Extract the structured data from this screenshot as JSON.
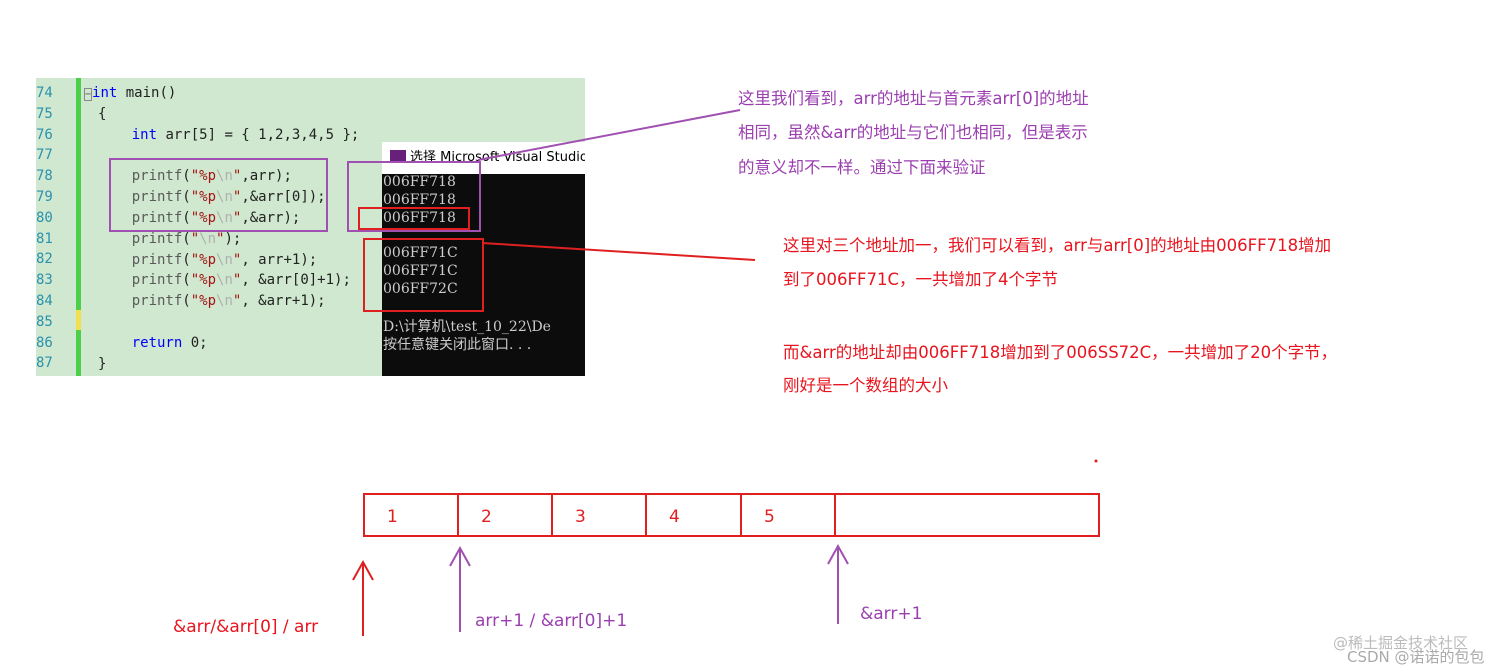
{
  "code": {
    "line_numbers": [
      "74",
      "75",
      "76",
      "77",
      "78",
      "79",
      "80",
      "81",
      "82",
      "83",
      "84",
      "85",
      "86",
      "87"
    ]
  },
  "console": {
    "title": "选择 Microsoft Visual Studio",
    "output": [
      "006FF718",
      "006FF718",
      "006FF718",
      "",
      "006FF71C",
      "006FF71C",
      "006FF72C",
      "",
      "D:\\计算机\\test_10_22\\De",
      "按任意键关闭此窗口. . ."
    ]
  },
  "annotations": {
    "purple": [
      "这里我们看到，arr的地址与首元素arr[0]的地址",
      "相同，虽然&arr的地址与它们也相同，但是表示",
      "的意义却不一样。通过下面来验证"
    ],
    "red": [
      "这里对三个地址加一，我们可以看到，arr与arr[0]的地址由006FF718增加",
      "到了006FF71C，一共增加了4个字节",
      "而&arr的地址却由006FF718增加到了006SS72C，一共增加了20个字节，",
      "刚好是一个数组的大小"
    ]
  },
  "array": {
    "cells": [
      "1",
      "2",
      "3",
      "4",
      "5",
      ""
    ]
  },
  "labels": {
    "base": "&arr/&arr[0] / arr",
    "plus1": "arr+1 / &arr[0]+1",
    "arrplus1": "&arr+1"
  },
  "watermark": {
    "line1": "@稀土掘金技术社区",
    "line2": "CSDN @诺诺的包包"
  },
  "colors": {
    "purple": "#9b3fb0",
    "red": "#e8141e",
    "editor_bg": "#cfe8cf"
  }
}
